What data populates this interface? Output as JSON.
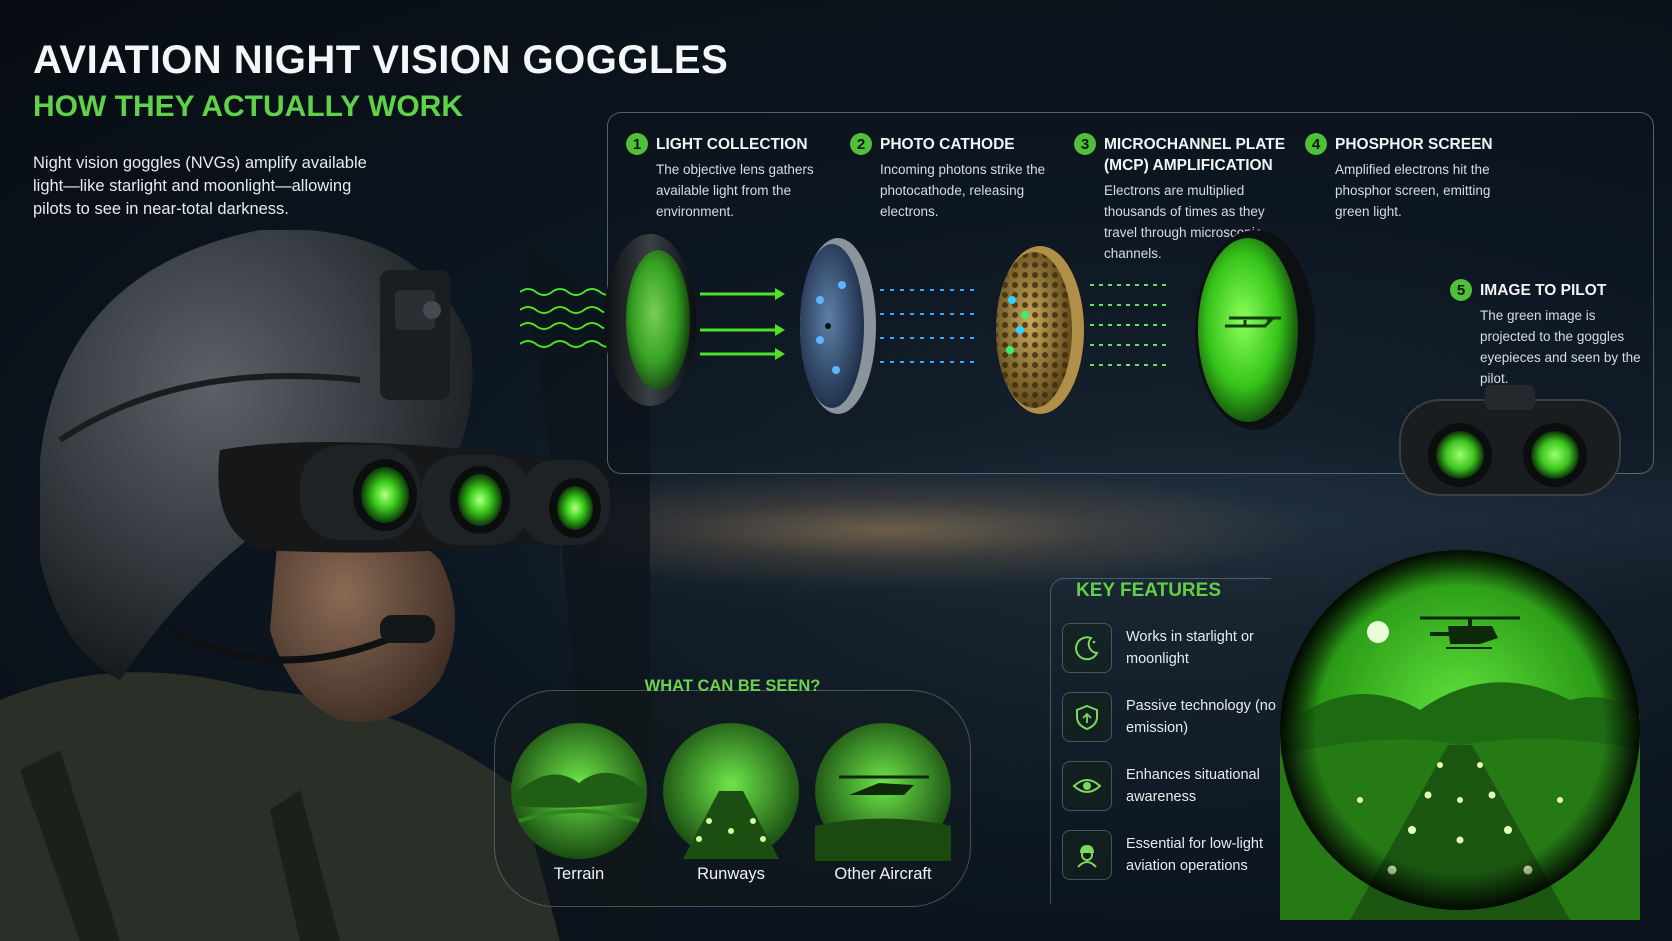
{
  "header": {
    "title": "AVIATION NIGHT VISION GOGGLES",
    "subtitle": "HOW THEY ACTUALLY WORK",
    "intro": "Night vision goggles (NVGs) amplify available light—like starlight and moonlight—allowing pilots to see in near-total darkness."
  },
  "steps": [
    {
      "num": "1",
      "title": "LIGHT COLLECTION",
      "desc": "The objective lens gathers available light from the environment."
    },
    {
      "num": "2",
      "title": "PHOTO CATHODE",
      "desc": "Incoming photons strike the photocathode, releasing electrons."
    },
    {
      "num": "3",
      "title": "MICROCHANNEL PLATE (MCP) AMPLIFICATION",
      "desc": "Electrons are multiplied thousands of times as they travel through microscopic channels."
    },
    {
      "num": "4",
      "title": "PHOSPHOR SCREEN",
      "desc": "Amplified electrons hit the phosphor screen, emitting green light."
    },
    {
      "num": "5",
      "title": "IMAGE TO PILOT",
      "desc": "The green image is projected to the goggles eyepieces and seen by the pilot."
    }
  ],
  "seen": {
    "title": "WHAT CAN BE SEEN?",
    "items": [
      "Terrain",
      "Runways",
      "Other Aircraft"
    ]
  },
  "features": {
    "title": "KEY FEATURES",
    "items": [
      {
        "icon": "moon-icon",
        "text": "Works in starlight or moonlight"
      },
      {
        "icon": "shield-icon",
        "text": "Passive technology (no emission)"
      },
      {
        "icon": "eye-icon",
        "text": "Enhances situational awareness"
      },
      {
        "icon": "pilot-icon",
        "text": "Essential for low-light aviation operations"
      }
    ]
  },
  "colors": {
    "accent_green": "#5fd24a",
    "phosphor": "#39e61c",
    "electron_blue": "#3aa6ff"
  }
}
